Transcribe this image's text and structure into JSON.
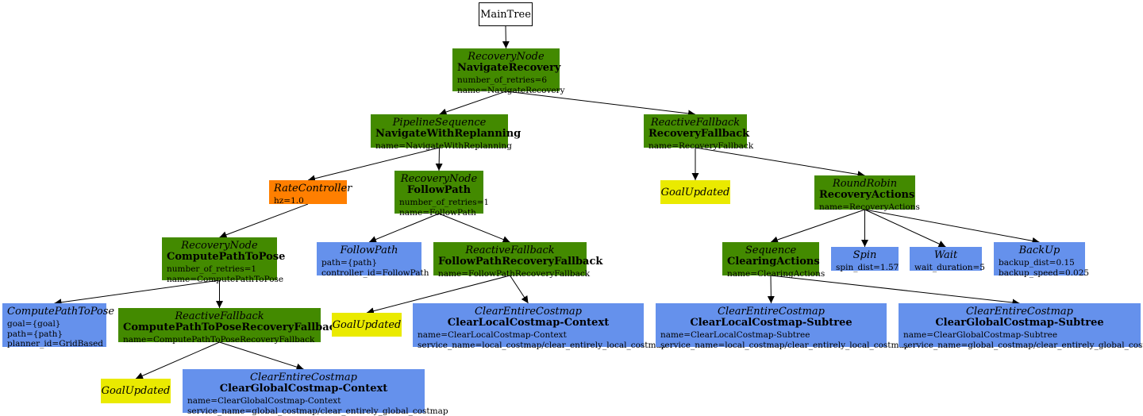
{
  "colors": {
    "composite": "#438a00",
    "decorator": "#ff7f00",
    "condition": "#eaea00",
    "action": "#6591ec",
    "root": "#ffffff",
    "edge": "#000000"
  },
  "nodes": {
    "maintree": {
      "kind": "root",
      "type": "MainTree",
      "name": "",
      "attrs": []
    },
    "navigate_recovery": {
      "kind": "composite",
      "type": "RecoveryNode",
      "name": "NavigateRecovery",
      "attrs": [
        "number_of_retries=6",
        "name=NavigateRecovery"
      ]
    },
    "navigate_with_replanning": {
      "kind": "composite",
      "type": "PipelineSequence",
      "name": "NavigateWithReplanning",
      "attrs": [
        "name=NavigateWithReplanning"
      ]
    },
    "recovery_fallback": {
      "kind": "composite",
      "type": "ReactiveFallback",
      "name": "RecoveryFallback",
      "attrs": [
        "name=RecoveryFallback"
      ]
    },
    "rate_controller": {
      "kind": "decorator",
      "type": "RateController",
      "name": "",
      "attrs": [
        "hz=1.0"
      ]
    },
    "follow_path_recovery": {
      "kind": "composite",
      "type": "RecoveryNode",
      "name": "FollowPath",
      "attrs": [
        "number_of_retries=1",
        "name=FollowPath"
      ]
    },
    "goal_updated_1": {
      "kind": "condition",
      "type": "GoalUpdated",
      "name": "",
      "attrs": []
    },
    "recovery_actions": {
      "kind": "composite",
      "type": "RoundRobin",
      "name": "RecoveryActions",
      "attrs": [
        "name=RecoveryActions"
      ]
    },
    "compute_path_to_pose_recovery": {
      "kind": "composite",
      "type": "RecoveryNode",
      "name": "ComputePathToPose",
      "attrs": [
        "number_of_retries=1",
        "name=ComputePathToPose"
      ]
    },
    "follow_path_action": {
      "kind": "action",
      "type": "FollowPath",
      "name": "",
      "attrs": [
        "path={path}",
        "controller_id=FollowPath"
      ]
    },
    "follow_path_recovery_fallback": {
      "kind": "composite",
      "type": "ReactiveFallback",
      "name": "FollowPathRecoveryFallback",
      "attrs": [
        "name=FollowPathRecoveryFallback"
      ]
    },
    "clearing_actions": {
      "kind": "composite",
      "type": "Sequence",
      "name": "ClearingActions",
      "attrs": [
        "name=ClearingActions"
      ]
    },
    "spin": {
      "kind": "action",
      "type": "Spin",
      "name": "",
      "attrs": [
        "spin_dist=1.57"
      ]
    },
    "wait": {
      "kind": "action",
      "type": "Wait",
      "name": "",
      "attrs": [
        "wait_duration=5"
      ]
    },
    "backup": {
      "kind": "action",
      "type": "BackUp",
      "name": "",
      "attrs": [
        "backup_dist=0.15",
        "backup_speed=0.025"
      ]
    },
    "compute_path_to_pose_action": {
      "kind": "action",
      "type": "ComputePathToPose",
      "name": "",
      "attrs": [
        "goal={goal}",
        "path={path}",
        "planner_id=GridBased"
      ]
    },
    "compute_path_to_pose_recovery_fallback": {
      "kind": "composite",
      "type": "ReactiveFallback",
      "name": "ComputePathToPoseRecoveryFallback",
      "attrs": [
        "name=ComputePathToPoseRecoveryFallback"
      ]
    },
    "goal_updated_2": {
      "kind": "condition",
      "type": "GoalUpdated",
      "name": "",
      "attrs": []
    },
    "clear_local_costmap_context": {
      "kind": "action",
      "type": "ClearEntireCostmap",
      "name": "ClearLocalCostmap-Context",
      "attrs": [
        "name=ClearLocalCostmap-Context",
        "service_name=local_costmap/clear_entirely_local_costmap"
      ]
    },
    "clear_local_costmap_subtree": {
      "kind": "action",
      "type": "ClearEntireCostmap",
      "name": "ClearLocalCostmap-Subtree",
      "attrs": [
        "name=ClearLocalCostmap-Subtree",
        "service_name=local_costmap/clear_entirely_local_costmap"
      ]
    },
    "clear_global_costmap_subtree": {
      "kind": "action",
      "type": "ClearEntireCostmap",
      "name": "ClearGlobalCostmap-Subtree",
      "attrs": [
        "name=ClearGlobalCostmap-Subtree",
        "service_name=global_costmap/clear_entirely_global_costmap"
      ]
    },
    "goal_updated_3": {
      "kind": "condition",
      "type": "GoalUpdated",
      "name": "",
      "attrs": []
    },
    "clear_global_costmap_context": {
      "kind": "action",
      "type": "ClearEntireCostmap",
      "name": "ClearGlobalCostmap-Context",
      "attrs": [
        "name=ClearGlobalCostmap-Context",
        "service_name=global_costmap/clear_entirely_global_costmap"
      ]
    }
  },
  "edges": [
    [
      "maintree",
      "navigate_recovery"
    ],
    [
      "navigate_recovery",
      "navigate_with_replanning"
    ],
    [
      "navigate_recovery",
      "recovery_fallback"
    ],
    [
      "navigate_with_replanning",
      "rate_controller"
    ],
    [
      "navigate_with_replanning",
      "follow_path_recovery"
    ],
    [
      "recovery_fallback",
      "goal_updated_1"
    ],
    [
      "recovery_fallback",
      "recovery_actions"
    ],
    [
      "rate_controller",
      "compute_path_to_pose_recovery"
    ],
    [
      "follow_path_recovery",
      "follow_path_action"
    ],
    [
      "follow_path_recovery",
      "follow_path_recovery_fallback"
    ],
    [
      "recovery_actions",
      "clearing_actions"
    ],
    [
      "recovery_actions",
      "spin"
    ],
    [
      "recovery_actions",
      "wait"
    ],
    [
      "recovery_actions",
      "backup"
    ],
    [
      "compute_path_to_pose_recovery",
      "compute_path_to_pose_action"
    ],
    [
      "compute_path_to_pose_recovery",
      "compute_path_to_pose_recovery_fallback"
    ],
    [
      "follow_path_recovery_fallback",
      "goal_updated_2"
    ],
    [
      "follow_path_recovery_fallback",
      "clear_local_costmap_context"
    ],
    [
      "clearing_actions",
      "clear_local_costmap_subtree"
    ],
    [
      "clearing_actions",
      "clear_global_costmap_subtree"
    ],
    [
      "compute_path_to_pose_recovery_fallback",
      "goal_updated_3"
    ],
    [
      "compute_path_to_pose_recovery_fallback",
      "clear_global_costmap_context"
    ]
  ]
}
